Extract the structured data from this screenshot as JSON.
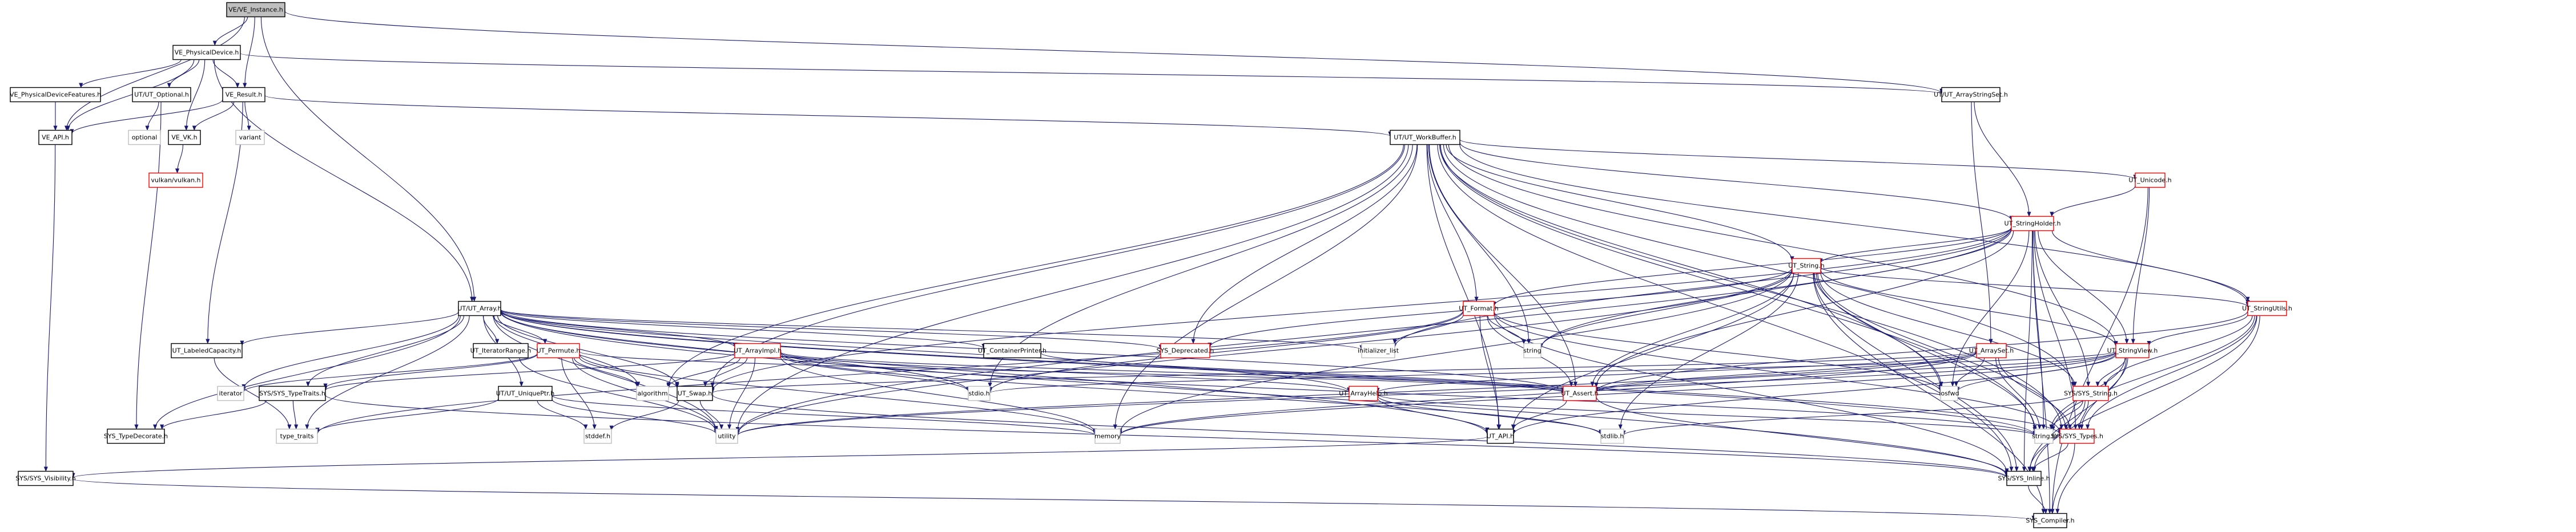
{
  "diagram": {
    "type": "include-dependency-graph",
    "root": "VE/VE_Instance.h",
    "colors": {
      "edge": "#191970",
      "root_fill": "#bfbfbf",
      "normal_border": "#000000",
      "truncated_border": "#ff0000",
      "external_border": "#bfbfbf"
    },
    "nodes": [
      {
        "id": "ve_instance",
        "label": "VE/VE_Instance.h",
        "kind": "root"
      },
      {
        "id": "ve_physicaldevice",
        "label": "VE_PhysicalDevice.h",
        "kind": "normal"
      },
      {
        "id": "ve_physicaldevicefeatures",
        "label": "VE_PhysicalDeviceFeatures.h",
        "kind": "normal"
      },
      {
        "id": "ut_optional",
        "label": "UT/UT_Optional.h",
        "kind": "normal"
      },
      {
        "id": "ve_result",
        "label": "VE_Result.h",
        "kind": "normal"
      },
      {
        "id": "ve_api",
        "label": "VE_API.h",
        "kind": "normal"
      },
      {
        "id": "optional",
        "label": "optional",
        "kind": "external"
      },
      {
        "id": "ve_vk",
        "label": "VE_VK.h",
        "kind": "normal"
      },
      {
        "id": "variant",
        "label": "variant",
        "kind": "external"
      },
      {
        "id": "vulkan",
        "label": "vulkan/vulkan.h",
        "kind": "truncated"
      },
      {
        "id": "ut_arraystringset",
        "label": "UT/UT_ArrayStringSet.h",
        "kind": "normal"
      },
      {
        "id": "ut_workbuffer",
        "label": "UT/UT_WorkBuffer.h",
        "kind": "normal"
      },
      {
        "id": "ut_unicode",
        "label": "UT_Unicode.h",
        "kind": "truncated"
      },
      {
        "id": "ut_stringholder",
        "label": "UT_StringHolder.h",
        "kind": "truncated"
      },
      {
        "id": "ut_string",
        "label": "UT_String.h",
        "kind": "truncated"
      },
      {
        "id": "ut_array",
        "label": "UT/UT_Array.h",
        "kind": "normal"
      },
      {
        "id": "ut_format",
        "label": "UT_Format.h",
        "kind": "truncated"
      },
      {
        "id": "ut_stringutils",
        "label": "UT_StringUtils.h",
        "kind": "truncated"
      },
      {
        "id": "ut_labeledcapacity",
        "label": "UT_LabeledCapacity.h",
        "kind": "normal"
      },
      {
        "id": "ut_iteratorrange",
        "label": "UT_IteratorRange.h",
        "kind": "normal"
      },
      {
        "id": "ut_permute",
        "label": "UT_Permute.h",
        "kind": "truncated"
      },
      {
        "id": "ut_arrayimpl",
        "label": "UT_ArrayImpl.h",
        "kind": "truncated"
      },
      {
        "id": "ut_containerprinter",
        "label": "UT_ContainerPrinter.h",
        "kind": "normal"
      },
      {
        "id": "sys_deprecated",
        "label": "SYS_Deprecated.h",
        "kind": "truncated"
      },
      {
        "id": "initializer_list",
        "label": "initializer_list",
        "kind": "external"
      },
      {
        "id": "string",
        "label": "string",
        "kind": "external"
      },
      {
        "id": "ut_arrayset",
        "label": "UT_ArraySet.h",
        "kind": "truncated"
      },
      {
        "id": "ut_stringview",
        "label": "UT_StringView.h",
        "kind": "truncated"
      },
      {
        "id": "iterator",
        "label": "iterator",
        "kind": "external"
      },
      {
        "id": "sys_typetraits",
        "label": "SYS/SYS_TypeTraits.h",
        "kind": "normal"
      },
      {
        "id": "ut_uniqueptr",
        "label": "UT/UT_UniquePtr.h",
        "kind": "normal"
      },
      {
        "id": "algorithm",
        "label": "algorithm",
        "kind": "external"
      },
      {
        "id": "ut_swap",
        "label": "UT_Swap.h",
        "kind": "normal"
      },
      {
        "id": "stdio",
        "label": "stdio.h",
        "kind": "external"
      },
      {
        "id": "ut_arrayhelp",
        "label": "UT_ArrayHelp.h",
        "kind": "truncated"
      },
      {
        "id": "ut_assert",
        "label": "UT_Assert.h",
        "kind": "truncated"
      },
      {
        "id": "iosfwd",
        "label": "iosfwd",
        "kind": "external"
      },
      {
        "id": "sys_string",
        "label": "SYS/SYS_String.h",
        "kind": "truncated"
      },
      {
        "id": "sys_typedecorate",
        "label": "SYS_TypeDecorate.h",
        "kind": "normal"
      },
      {
        "id": "type_traits",
        "label": "type_traits",
        "kind": "external"
      },
      {
        "id": "stddef",
        "label": "stddef.h",
        "kind": "external"
      },
      {
        "id": "utility",
        "label": "utility",
        "kind": "external"
      },
      {
        "id": "memory",
        "label": "memory",
        "kind": "external"
      },
      {
        "id": "ut_api",
        "label": "UT_API.h",
        "kind": "normal"
      },
      {
        "id": "stdlib",
        "label": "stdlib.h",
        "kind": "external"
      },
      {
        "id": "string_h",
        "label": "string.h",
        "kind": "external"
      },
      {
        "id": "sys_types",
        "label": "SYS/SYS_Types.h",
        "kind": "truncated"
      },
      {
        "id": "sys_visibility",
        "label": "SYS/SYS_Visibility.h",
        "kind": "normal"
      },
      {
        "id": "sys_inline",
        "label": "SYS/SYS_Inline.h",
        "kind": "normal"
      },
      {
        "id": "sys_compiler",
        "label": "SYS_Compiler.h",
        "kind": "normal"
      }
    ],
    "edges": [
      [
        "ve_instance",
        "ve_physicaldevice"
      ],
      [
        "ve_instance",
        "ve_api"
      ],
      [
        "ve_instance",
        "ve_result"
      ],
      [
        "ve_instance",
        "ut_array"
      ],
      [
        "ve_instance",
        "ut_arraystringset"
      ],
      [
        "ve_physicaldevice",
        "ve_physicaldevicefeatures"
      ],
      [
        "ve_physicaldevice",
        "ve_api"
      ],
      [
        "ve_physicaldevice",
        "ut_optional"
      ],
      [
        "ve_physicaldevice",
        "ve_vk"
      ],
      [
        "ve_physicaldevice",
        "ve_result"
      ],
      [
        "ve_physicaldevice",
        "ut_array"
      ],
      [
        "ve_physicaldevice",
        "ut_arraystringset"
      ],
      [
        "ve_physicaldevicefeatures",
        "ve_api"
      ],
      [
        "ut_optional",
        "optional"
      ],
      [
        "ut_optional",
        "sys_typedecorate"
      ],
      [
        "ve_result",
        "ve_api"
      ],
      [
        "ve_result",
        "ve_vk"
      ],
      [
        "ve_result",
        "variant"
      ],
      [
        "ve_result",
        "ut_workbuffer"
      ],
      [
        "ve_result",
        "ut_labeledcapacity"
      ],
      [
        "ve_api",
        "sys_visibility"
      ],
      [
        "ve_vk",
        "vulkan"
      ],
      [
        "ut_arraystringset",
        "ut_stringholder"
      ],
      [
        "ut_arraystringset",
        "ut_arrayset"
      ],
      [
        "ut_workbuffer",
        "ut_unicode"
      ],
      [
        "ut_workbuffer",
        "ut_stringholder"
      ],
      [
        "ut_workbuffer",
        "ut_string"
      ],
      [
        "ut_workbuffer",
        "ut_format"
      ],
      [
        "ut_workbuffer",
        "sys_deprecated"
      ],
      [
        "ut_workbuffer",
        "ut_stringutils"
      ],
      [
        "ut_workbuffer",
        "ut_stringview"
      ],
      [
        "ut_workbuffer",
        "string"
      ],
      [
        "ut_workbuffer",
        "iosfwd"
      ],
      [
        "ut_workbuffer",
        "algorithm"
      ],
      [
        "ut_workbuffer",
        "ut_swap"
      ],
      [
        "ut_workbuffer",
        "utility"
      ],
      [
        "ut_workbuffer",
        "ut_assert"
      ],
      [
        "ut_workbuffer",
        "ut_api"
      ],
      [
        "ut_workbuffer",
        "string_h"
      ],
      [
        "ut_workbuffer",
        "sys_types"
      ],
      [
        "ut_workbuffer",
        "sys_inline"
      ],
      [
        "ut_workbuffer",
        "stdio"
      ],
      [
        "ut_workbuffer",
        "memory"
      ],
      [
        "ut_workbuffer",
        "sys_string"
      ],
      [
        "ut_unicode",
        "ut_stringholder"
      ],
      [
        "ut_unicode",
        "ut_stringview"
      ],
      [
        "ut_unicode",
        "sys_compiler"
      ],
      [
        "ut_stringholder",
        "ut_string"
      ],
      [
        "ut_stringholder",
        "ut_format"
      ],
      [
        "ut_stringholder",
        "ut_stringutils"
      ],
      [
        "ut_stringholder",
        "ut_stringview"
      ],
      [
        "ut_stringholder",
        "string"
      ],
      [
        "ut_stringholder",
        "iosfwd"
      ],
      [
        "ut_stringholder",
        "ut_assert"
      ],
      [
        "ut_stringholder",
        "sys_string"
      ],
      [
        "ut_stringholder",
        "sys_types"
      ],
      [
        "ut_stringholder",
        "sys_inline"
      ],
      [
        "ut_stringholder",
        "string_h"
      ],
      [
        "ut_stringholder",
        "utility"
      ],
      [
        "ut_stringholder",
        "ut_swap"
      ],
      [
        "ut_stringholder",
        "initializer_list"
      ],
      [
        "ut_stringholder",
        "sys_compiler"
      ],
      [
        "ut_string",
        "sys_deprecated"
      ],
      [
        "ut_string",
        "string"
      ],
      [
        "ut_string",
        "ut_stringview"
      ],
      [
        "ut_string",
        "ut_assert"
      ],
      [
        "ut_string",
        "ut_api"
      ],
      [
        "ut_string",
        "iosfwd"
      ],
      [
        "ut_string",
        "sys_string"
      ],
      [
        "ut_string",
        "sys_types"
      ],
      [
        "ut_string",
        "stdlib"
      ],
      [
        "ut_string",
        "string_h"
      ],
      [
        "ut_string",
        "sys_inline"
      ],
      [
        "ut_string",
        "utility"
      ],
      [
        "ut_string",
        "sys_compiler"
      ],
      [
        "ut_string",
        "ut_stringutils"
      ],
      [
        "ut_string",
        "memory"
      ],
      [
        "ut_array",
        "ut_labeledcapacity"
      ],
      [
        "ut_array",
        "ut_iteratorrange"
      ],
      [
        "ut_array",
        "ut_permute"
      ],
      [
        "ut_array",
        "ut_arrayimpl"
      ],
      [
        "ut_array",
        "ut_containerprinter"
      ],
      [
        "ut_array",
        "sys_deprecated"
      ],
      [
        "ut_array",
        "initializer_list"
      ],
      [
        "ut_array",
        "iterator"
      ],
      [
        "ut_array",
        "sys_typetraits"
      ],
      [
        "ut_array",
        "ut_uniqueptr"
      ],
      [
        "ut_array",
        "algorithm"
      ],
      [
        "ut_array",
        "ut_swap"
      ],
      [
        "ut_array",
        "stdio"
      ],
      [
        "ut_array",
        "ut_arrayhelp"
      ],
      [
        "ut_array",
        "ut_assert"
      ],
      [
        "ut_array",
        "sys_typedecorate"
      ],
      [
        "ut_array",
        "type_traits"
      ],
      [
        "ut_array",
        "utility"
      ],
      [
        "ut_array",
        "sys_inline"
      ],
      [
        "ut_array",
        "string_h"
      ],
      [
        "ut_array",
        "ut_api"
      ],
      [
        "ut_array",
        "sys_types"
      ],
      [
        "ut_format",
        "initializer_list"
      ],
      [
        "ut_format",
        "string"
      ],
      [
        "ut_format",
        "ut_assert"
      ],
      [
        "ut_format",
        "ut_api"
      ],
      [
        "ut_format",
        "sys_types"
      ],
      [
        "ut_format",
        "iosfwd"
      ],
      [
        "ut_format",
        "type_traits"
      ],
      [
        "ut_format",
        "stdio"
      ],
      [
        "ut_format",
        "sys_inline"
      ],
      [
        "ut_stringutils",
        "ut_stringview"
      ],
      [
        "ut_stringutils",
        "sys_string"
      ],
      [
        "ut_stringutils",
        "sys_types"
      ],
      [
        "ut_stringutils",
        "sys_inline"
      ],
      [
        "ut_stringutils",
        "string_h"
      ],
      [
        "ut_stringutils",
        "ut_assert"
      ],
      [
        "ut_stringutils",
        "sys_compiler"
      ],
      [
        "ut_labeledcapacity",
        "type_traits"
      ],
      [
        "ut_iteratorrange",
        "utility"
      ],
      [
        "ut_permute",
        "algorithm"
      ],
      [
        "ut_permute",
        "ut_swap"
      ],
      [
        "ut_permute",
        "sys_typetraits"
      ],
      [
        "ut_permute",
        "iterator"
      ],
      [
        "ut_permute",
        "utility"
      ],
      [
        "ut_permute",
        "memory"
      ],
      [
        "ut_permute",
        "stddef"
      ],
      [
        "ut_permute",
        "ut_assert"
      ],
      [
        "ut_arrayimpl",
        "algorithm"
      ],
      [
        "ut_arrayimpl",
        "ut_swap"
      ],
      [
        "ut_arrayimpl",
        "utility"
      ],
      [
        "ut_arrayimpl",
        "sys_typetraits"
      ],
      [
        "ut_arrayimpl",
        "stdio"
      ],
      [
        "ut_arrayimpl",
        "ut_assert"
      ],
      [
        "ut_arrayimpl",
        "ut_arrayhelp"
      ],
      [
        "ut_arrayimpl",
        "memory"
      ],
      [
        "ut_arrayimpl",
        "string_h"
      ],
      [
        "ut_arrayimpl",
        "stdlib"
      ],
      [
        "ut_containerprinter",
        "ut_assert"
      ],
      [
        "ut_arrayset",
        "ut_assert"
      ],
      [
        "ut_arrayset",
        "ut_arrayhelp"
      ],
      [
        "ut_arrayset",
        "sys_types"
      ],
      [
        "ut_arrayset",
        "iosfwd"
      ],
      [
        "ut_arrayset",
        "utility"
      ],
      [
        "ut_arrayset",
        "memory"
      ],
      [
        "ut_arrayset",
        "string_h"
      ],
      [
        "ut_arrayset",
        "ut_swap"
      ],
      [
        "ut_stringview",
        "ut_assert"
      ],
      [
        "ut_stringview",
        "ut_api"
      ],
      [
        "ut_stringview",
        "sys_string"
      ],
      [
        "ut_stringview",
        "sys_types"
      ],
      [
        "ut_stringview",
        "iosfwd"
      ],
      [
        "ut_stringview",
        "string_h"
      ],
      [
        "ut_stringview",
        "sys_inline"
      ],
      [
        "ut_stringview",
        "utility"
      ],
      [
        "ut_stringview",
        "stdio"
      ],
      [
        "ut_stringview",
        "memory"
      ],
      [
        "sys_typetraits",
        "sys_typedecorate"
      ],
      [
        "sys_typetraits",
        "type_traits"
      ],
      [
        "sys_typetraits",
        "sys_inline"
      ],
      [
        "ut_uniqueptr",
        "type_traits"
      ],
      [
        "ut_uniqueptr",
        "stddef"
      ],
      [
        "ut_uniqueptr",
        "utility"
      ],
      [
        "ut_uniqueptr",
        "memory"
      ],
      [
        "ut_swap",
        "stddef"
      ],
      [
        "ut_swap",
        "utility"
      ],
      [
        "ut_swap",
        "sys_inline"
      ],
      [
        "ut_arrayhelp",
        "ut_api"
      ],
      [
        "ut_arrayhelp",
        "stdlib"
      ],
      [
        "ut_arrayhelp",
        "string_h"
      ],
      [
        "ut_assert",
        "ut_api"
      ],
      [
        "ut_assert",
        "sys_inline"
      ],
      [
        "sys_string",
        "string_h"
      ],
      [
        "sys_string",
        "sys_types"
      ],
      [
        "sys_string",
        "sys_inline"
      ],
      [
        "sys_string",
        "stdlib"
      ],
      [
        "sys_types",
        "sys_inline"
      ],
      [
        "sys_types",
        "sys_compiler"
      ],
      [
        "ut_api",
        "sys_visibility"
      ],
      [
        "sys_visibility",
        "sys_compiler"
      ],
      [
        "sys_inline",
        "sys_compiler"
      ]
    ]
  }
}
